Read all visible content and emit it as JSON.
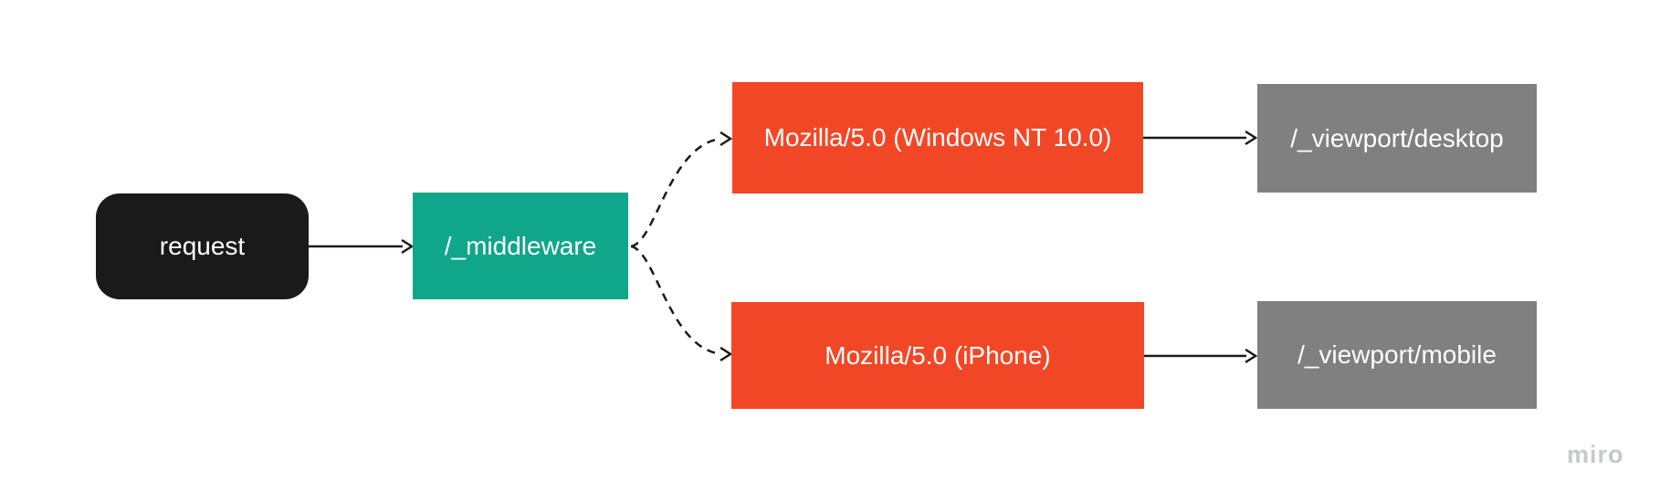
{
  "diagram": {
    "type": "flowchart",
    "direction": "left-to-right",
    "nodes": [
      {
        "id": "request",
        "label": "request",
        "shape": "rounded-rect",
        "color": "#1A1A1A",
        "text_color": "#FFFFFF"
      },
      {
        "id": "middleware",
        "label": "/_middleware",
        "shape": "rect",
        "color": "#10A68A",
        "text_color": "#FFFFFF"
      },
      {
        "id": "ua_desktop",
        "label": "Mozilla/5.0 (Windows NT 10.0)",
        "shape": "rect",
        "color": "#F24726",
        "text_color": "#FFFFFF"
      },
      {
        "id": "ua_mobile",
        "label": "Mozilla/5.0 (iPhone)",
        "shape": "rect",
        "color": "#F24726",
        "text_color": "#FFFFFF"
      },
      {
        "id": "viewport_desktop",
        "label": "/_viewport/desktop",
        "shape": "rect",
        "color": "#808080",
        "text_color": "#FFFFFF"
      },
      {
        "id": "viewport_mobile",
        "label": "/_viewport/mobile",
        "shape": "rect",
        "color": "#808080",
        "text_color": "#FFFFFF"
      }
    ],
    "edges": [
      {
        "from": "request",
        "to": "middleware",
        "style": "solid"
      },
      {
        "from": "middleware",
        "to": "ua_desktop",
        "style": "dashed"
      },
      {
        "from": "middleware",
        "to": "ua_mobile",
        "style": "dashed"
      },
      {
        "from": "ua_desktop",
        "to": "viewport_desktop",
        "style": "solid"
      },
      {
        "from": "ua_mobile",
        "to": "viewport_mobile",
        "style": "solid"
      }
    ]
  },
  "colors": {
    "background": "#FFFFFF",
    "line": "#1A1A1A",
    "watermark": "#C6C8CE"
  },
  "watermark": {
    "label": "miro"
  }
}
